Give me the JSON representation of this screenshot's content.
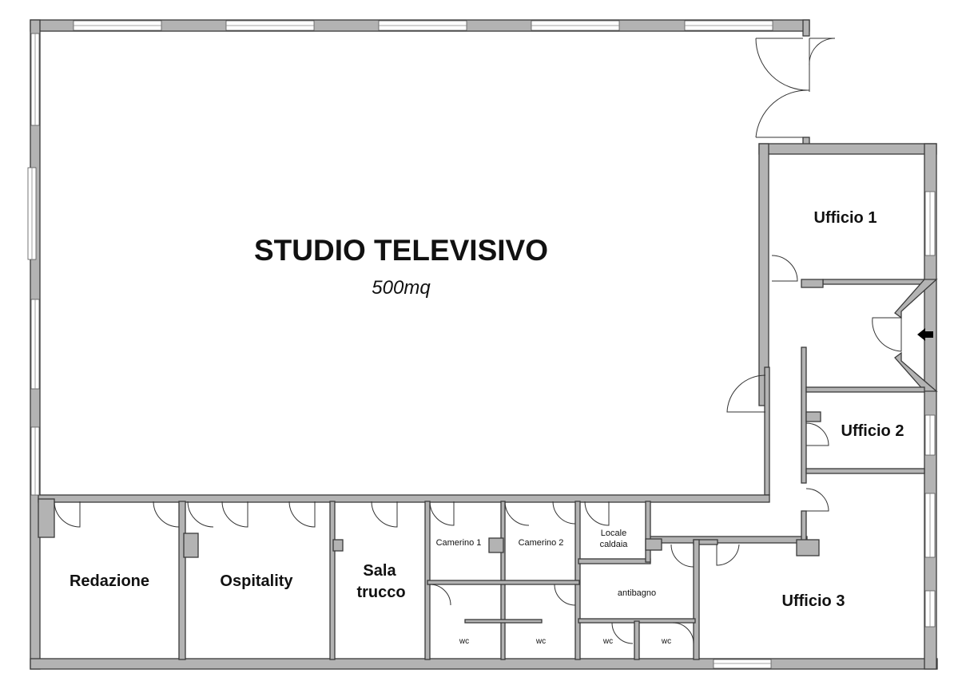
{
  "main_title": "STUDIO TELEVISIVO",
  "main_area": "500mq",
  "rooms": {
    "ufficio1": "Ufficio 1",
    "ufficio2": "Ufficio 2",
    "ufficio3": "Ufficio 3",
    "redazione": "Redazione",
    "ospitality": "Ospitality",
    "sala_line1": "Sala",
    "sala_line2": "trucco",
    "camerino1": "Camerino 1",
    "camerino2": "Camerino 2",
    "locale_line1": "Locale",
    "locale_line2": "caldaia",
    "antibagno": "antibagno",
    "wc": "wc"
  },
  "colors": {
    "wall": "#b3b3b3",
    "wall_outline": "#3a3a3a",
    "background": "#ffffff"
  },
  "icons": {
    "entrance": "entrance-arrow-icon"
  }
}
